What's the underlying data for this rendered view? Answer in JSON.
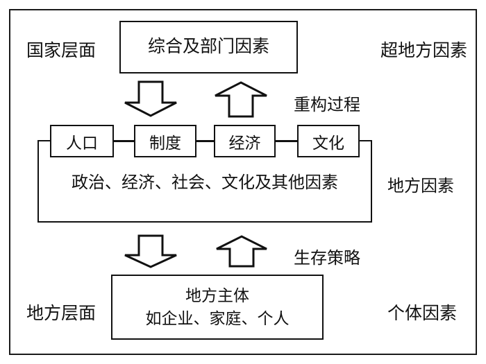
{
  "diagram": {
    "title_alt": "Restructuring framework of national and local levels",
    "colors": {
      "stroke": "#111111",
      "background": "#ffffff",
      "frame": "#1a1a1a"
    },
    "boxes": {
      "top": {
        "label": "综合及部门因素"
      },
      "bottom": {
        "line1": "地方主体",
        "line2": "如企业、家庭、个人"
      },
      "factors": [
        {
          "label": "人口"
        },
        {
          "label": "制度"
        },
        {
          "label": "经济"
        },
        {
          "label": "文化"
        }
      ],
      "bracket": {
        "label": "政治、经济、社会、文化及其他因素"
      }
    },
    "labels": {
      "national_level": "国家层面",
      "supralocal_factors": "超地方因素",
      "restructuring_process": "重构过程",
      "local_factors": "地方因素",
      "survival_strategy": "生存策略",
      "local_level": "地方层面",
      "individual_factors": "个体因素"
    },
    "arrows": [
      {
        "name": "arrow-down-top",
        "direction": "down"
      },
      {
        "name": "arrow-up-top",
        "direction": "up"
      },
      {
        "name": "arrow-down-bottom",
        "direction": "down"
      },
      {
        "name": "arrow-up-bottom",
        "direction": "up"
      }
    ]
  }
}
